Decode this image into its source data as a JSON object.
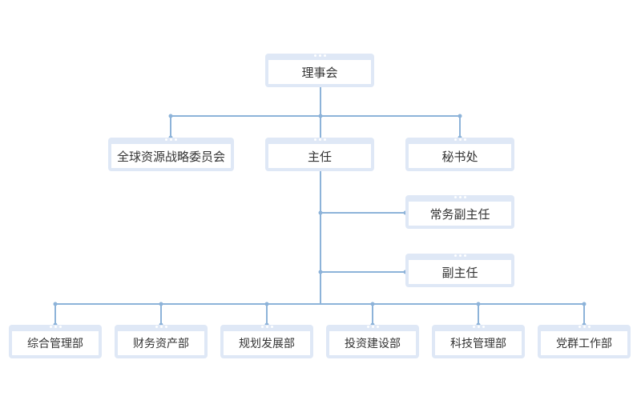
{
  "nodes": {
    "board": "理事会",
    "global_strategy": "全球资源战略委员会",
    "director": "主任",
    "secretariat": "秘书处",
    "exec_deputy": "常务副主任",
    "deputy": "副主任",
    "departments": [
      "综合管理部",
      "财务资产部",
      "规划发展部",
      "投资建设部",
      "科技管理部",
      "党群工作部"
    ]
  },
  "colors": {
    "line": "#8db3d9",
    "node_frame": "#dfe8f6",
    "node_fill": "#ffffff",
    "text": "#333333"
  }
}
